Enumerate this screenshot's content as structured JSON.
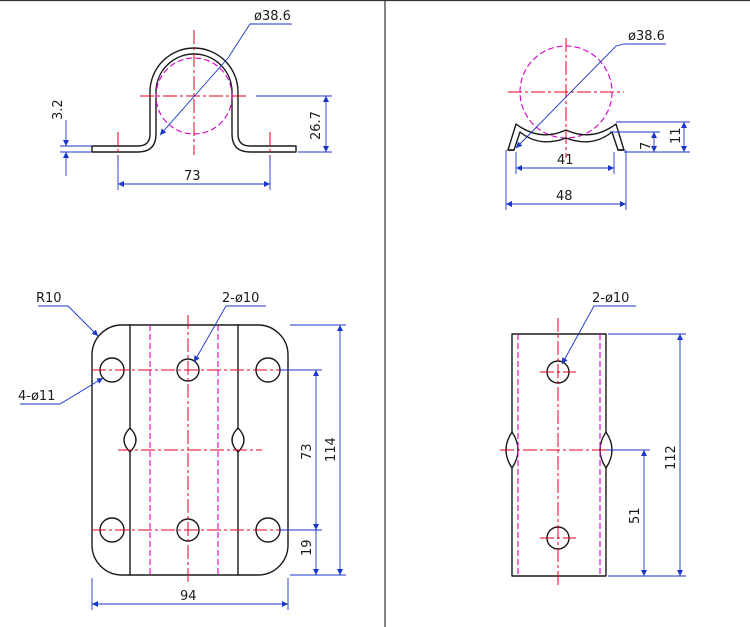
{
  "colors": {
    "object": "#1a1a1a",
    "centerline": "#e0001b",
    "hidden": "#d400c8",
    "dimension": "#1a36c8"
  },
  "views": {
    "front": {
      "dia": "ø38.6",
      "thick": "3.2",
      "height": "26.7",
      "hole_span": "73"
    },
    "side": {
      "dia": "ø38.6",
      "h11": "11",
      "h7": "7",
      "inner": "41",
      "outer": "48"
    },
    "plan_left": {
      "radius": "R10",
      "holes_4": "4-ø11",
      "holes_2": "2-ø10",
      "width": "94",
      "height": "114",
      "hole_pitch": "73",
      "edge_offset": "19"
    },
    "plan_right": {
      "holes_2": "2-ø10",
      "height": "112",
      "offset": "51"
    }
  }
}
